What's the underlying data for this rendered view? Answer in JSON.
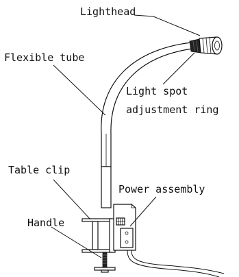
{
  "labels": {
    "lighthead": "Lighthead",
    "flexible_tube": "Flexible tube",
    "light_spot_line1": "Light spot",
    "light_spot_line2": "adjustment ring",
    "table_clip": "Table clip",
    "power_assembly": "Power assembly",
    "handle": "Handle"
  },
  "colors": {
    "line": "#111111",
    "background": "#ffffff",
    "dark_part": "#222222"
  }
}
